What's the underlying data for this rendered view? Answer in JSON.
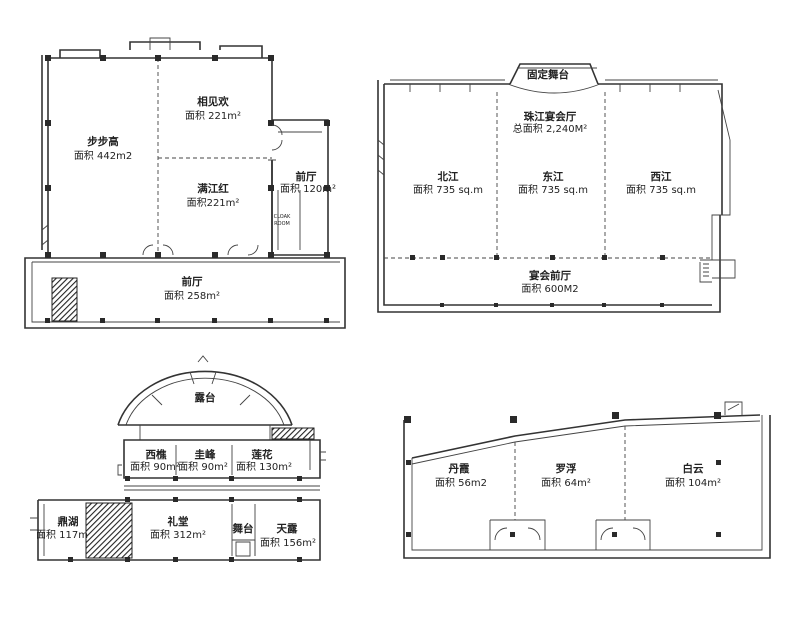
{
  "plans": [
    {
      "id": "plan1",
      "rooms": [
        {
          "name": "相见欢",
          "area": "面积 221m²"
        },
        {
          "name": "步步高",
          "area": "面积 442m2"
        },
        {
          "name": "满江红",
          "area": "面积221m²"
        },
        {
          "name": "前厅",
          "area": "面积 120m²"
        },
        {
          "name": "前厅",
          "area": "面积 258m²"
        }
      ],
      "cloakroom": [
        "CLOAK",
        "ROOM"
      ]
    },
    {
      "id": "plan2",
      "stage": "固定舞台",
      "hall": {
        "name": "珠江宴会厅",
        "area": "总面积 2,240M²"
      },
      "rooms": [
        {
          "name": "北江",
          "area": "面积 735 sq.m"
        },
        {
          "name": "东江",
          "area": "面积 735 sq.m"
        },
        {
          "name": "西江",
          "area": "面积 735 sq.m"
        },
        {
          "name": "宴会前厅",
          "area": "面积 600M2"
        }
      ]
    },
    {
      "id": "plan3",
      "terrace": "露台",
      "rooms": [
        {
          "name": "西樵",
          "area": "面积 90m²"
        },
        {
          "name": "圭峰",
          "area": "面积 90m²"
        },
        {
          "name": "莲花",
          "area": "面积 130m²"
        },
        {
          "name": "鼎湖",
          "area": "面积 117m"
        },
        {
          "name": "礼堂",
          "area": "面积 312m²"
        },
        {
          "name": "舞台",
          "area": ""
        },
        {
          "name": "天露",
          "area": "面积 156m²"
        }
      ]
    },
    {
      "id": "plan4",
      "rooms": [
        {
          "name": "丹霞",
          "area": "面积 56m2"
        },
        {
          "name": "罗浮",
          "area": "面积 64m²"
        },
        {
          "name": "白云",
          "area": "面积 104m²"
        }
      ]
    }
  ]
}
